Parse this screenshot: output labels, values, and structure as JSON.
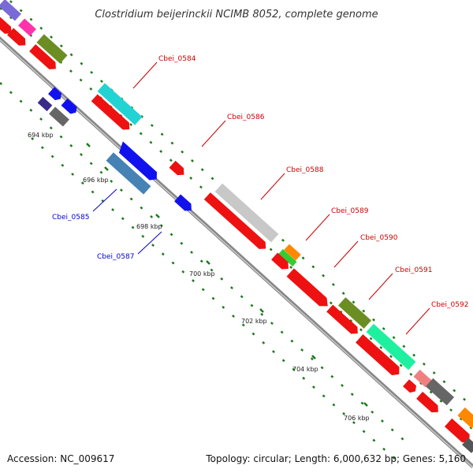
{
  "title": "Clostridium beijerinckii NCIMB 8052, complete genome",
  "footer": {
    "accession": "Accession: NC_009617",
    "topology": "Topology: circular; Length: 6,000,632 bp; Genes: 5,160"
  },
  "kbp_labels": [
    "694 kbp",
    "696 kbp",
    "698 kbp",
    "700 kbp",
    "702 kbp",
    "704 kbp",
    "706 kbp"
  ],
  "gene_labels": {
    "upper": [
      "Cbei_0584",
      "Cbei_0586",
      "Cbei_0588",
      "Cbei_0589",
      "Cbei_0590",
      "Cbei_0591",
      "Cbei_0592"
    ],
    "lower": [
      "Cbei_0585",
      "Cbei_0587"
    ]
  },
  "colors": {
    "upper_label": "#cc0000",
    "lower_label": "#0000cc",
    "backbone": "#888888",
    "tick": "#1a7a1a",
    "cds_red": "#ee1111",
    "cds_blue": "#1111ee"
  }
}
